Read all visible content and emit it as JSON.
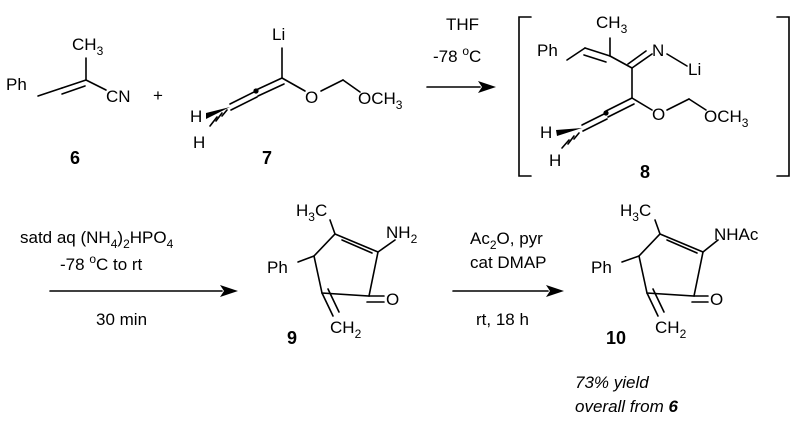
{
  "compounds": {
    "c6": {
      "number": "6",
      "ph": "Ph",
      "cn": "CN",
      "me": "CH",
      "me_sub": "3"
    },
    "c7": {
      "number": "7",
      "li": "Li",
      "h1": "H",
      "h2": "H",
      "o1": "O",
      "ome_o": "OCH",
      "ome_sub": "3"
    },
    "c8": {
      "number": "8",
      "ph": "Ph",
      "me": "CH",
      "me_sub": "3",
      "n": "N",
      "li": "Li",
      "h1": "H",
      "h2": "H",
      "o1": "O",
      "ome_o": "OCH",
      "ome_sub": "3"
    },
    "c9": {
      "number": "9",
      "h3c_h": "H",
      "h3c_sub": "3",
      "h3c_c": "C",
      "nh": "NH",
      "nh_sub": "2",
      "ph": "Ph",
      "o": "O",
      "ch": "CH",
      "ch_sub": "2"
    },
    "c10": {
      "number": "10",
      "h3c_h": "H",
      "h3c_sub": "3",
      "h3c_c": "C",
      "nhac": "NHAc",
      "ph": "Ph",
      "o": "O",
      "ch": "CH",
      "ch_sub": "2"
    }
  },
  "plus": "+",
  "arrow1": {
    "solvent": "THF",
    "temp": "-78",
    "temp_unit": "C",
    "deg": "o"
  },
  "arrow2": {
    "reagent_pre": "satd aq (NH",
    "sub1": "4",
    "mid": ")",
    "sub2": "2",
    "post": "HPO",
    "sub3": "4",
    "temp": "-78",
    "deg": "o",
    "temp_post": "C to rt",
    "time": "30 min"
  },
  "arrow3": {
    "ac_pre": "Ac",
    "ac_sub": "2",
    "ac_post": "O, pyr",
    "cat": "cat DMAP",
    "time": "rt, 18 h"
  },
  "yield_note": {
    "line1": "73% yield",
    "line2_pre": "overall from ",
    "line2_ref": "6"
  },
  "colors": {
    "ink": "#000000",
    "background": "#ffffff"
  }
}
